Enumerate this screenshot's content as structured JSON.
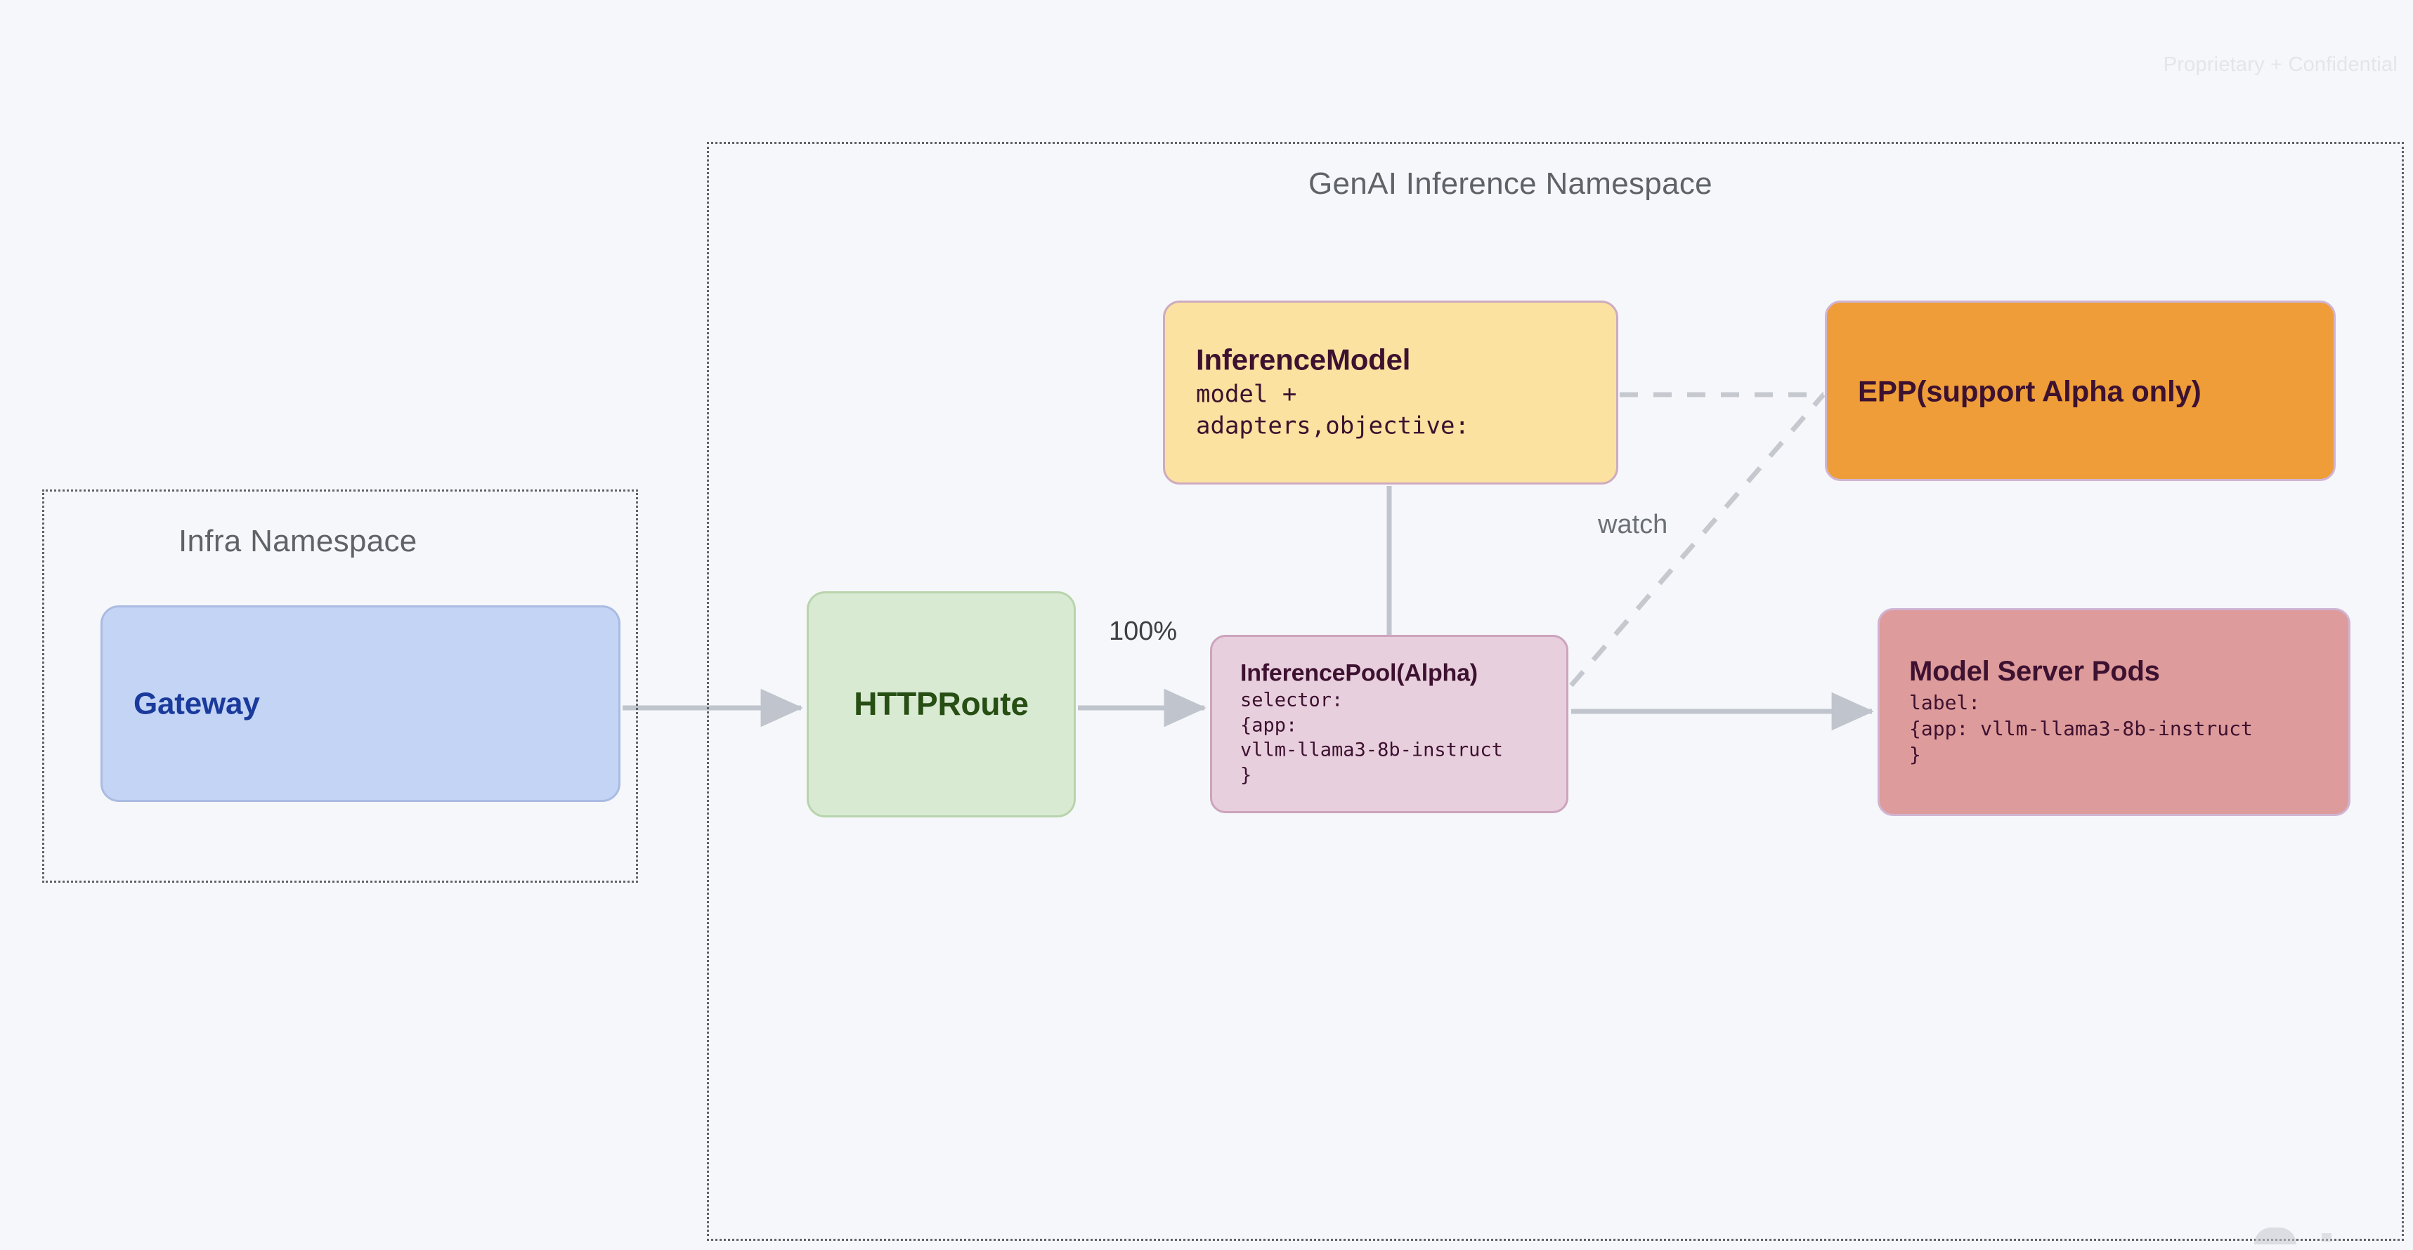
{
  "page": {
    "confidential_notice": "Proprietary + Confidential",
    "background_color": "#f6f7fa"
  },
  "namespaces": [
    {
      "id": "infra",
      "title": "Infra Namespace",
      "border_style": "dotted",
      "border_color": "#5f6368"
    },
    {
      "id": "genai",
      "title": "GenAI Inference Namespace",
      "border_style": "dotted",
      "border_color": "#5f6368"
    }
  ],
  "nodes": {
    "gateway": {
      "title": "Gateway",
      "fill": "#c3d4f5",
      "text_color": "#1a3a9c"
    },
    "httproute": {
      "title": "HTTPRoute",
      "fill": "#d9ead3",
      "text_color": "#274e13"
    },
    "inference_model": {
      "title": "InferenceModel",
      "detail": "model +\nadapters,objective:",
      "fill": "#fbe2a0",
      "text_color": "#3d1130"
    },
    "inference_pool": {
      "title": "InferencePool(Alpha)",
      "detail": "selector:\n{app:\nvllm-llama3-8b-instruct\n}",
      "fill": "#e8cfdd",
      "text_color": "#3d1130"
    },
    "epp": {
      "title": "EPP(support Alpha only)",
      "fill": "#ee9d38",
      "text_color": "#3d1130"
    },
    "model_server_pods": {
      "title": "Model Server Pods",
      "detail": "label:\n{app: vllm-llama3-8b-instruct\n}",
      "fill": "#de9b9b",
      "text_color": "#3d1130"
    }
  },
  "edges": {
    "gateway_to_httproute": {
      "label": "",
      "style": "solid",
      "arrow": true
    },
    "httproute_to_inferencepool": {
      "label": "100%",
      "style": "solid",
      "arrow": true
    },
    "inferencemodel_to_inferencepool": {
      "label": "",
      "style": "solid",
      "arrow": false
    },
    "inferencemodel_to_epp": {
      "label": "",
      "style": "dashed",
      "arrow": false
    },
    "inferencepool_to_epp": {
      "label": "watch",
      "style": "dashed",
      "arrow": false
    },
    "inferencepool_to_modelserverpods": {
      "label": "",
      "style": "solid",
      "arrow": true
    }
  },
  "edge_labels": {
    "traffic_weight": "100%",
    "watch": "watch"
  },
  "connector_color": "#c0c4cc"
}
